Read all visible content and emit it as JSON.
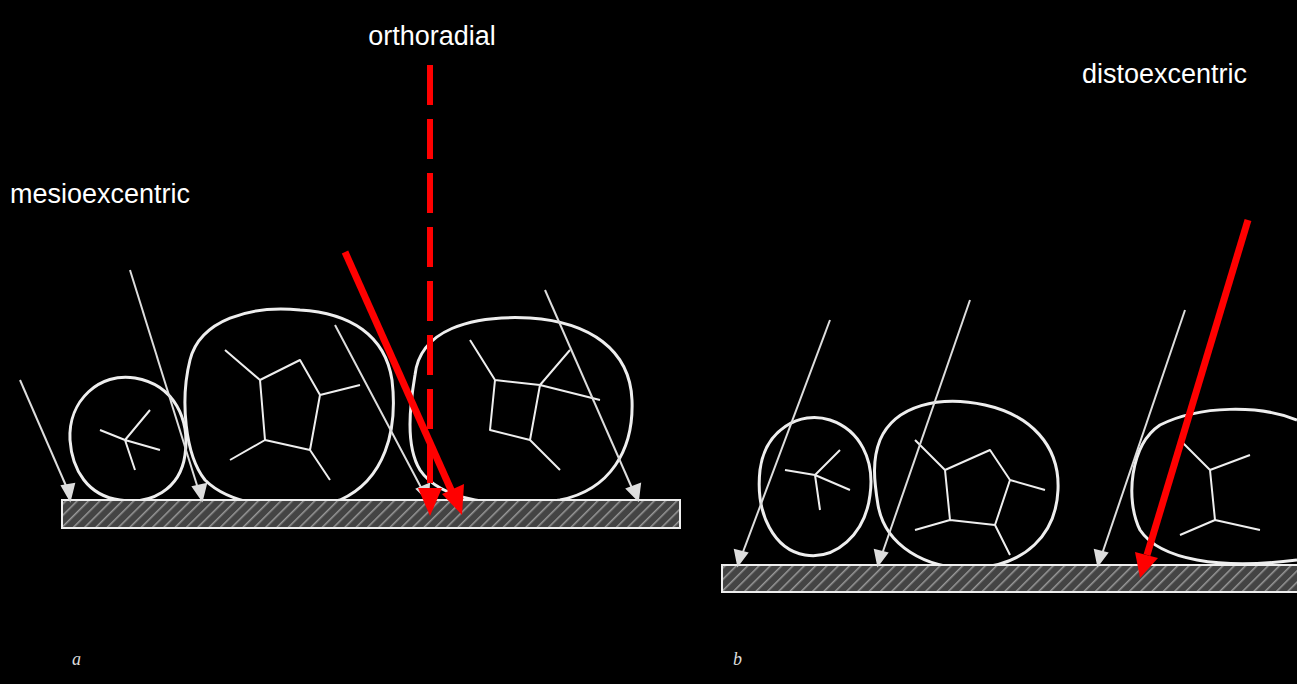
{
  "diagram": {
    "labels": [
      "orthoradial",
      "mesioexcentric",
      "distoexcentric",
      "a",
      "b"
    ]
  }
}
